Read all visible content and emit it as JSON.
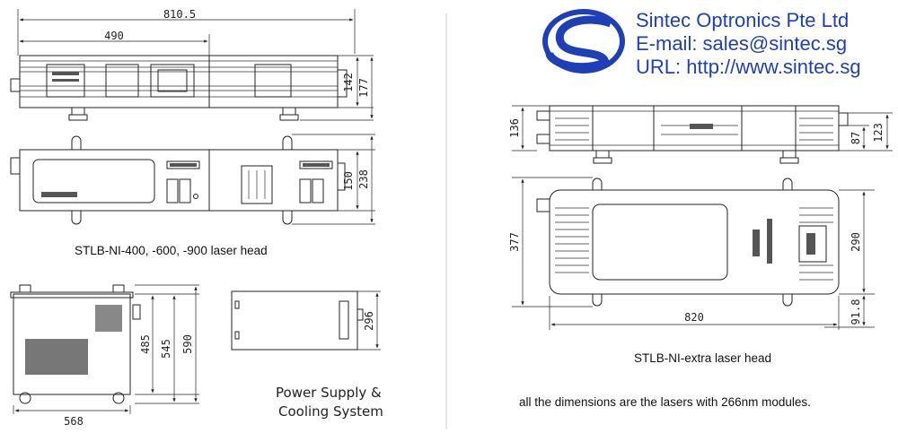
{
  "company": {
    "name": "Sintec Optronics Pte Ltd",
    "email": "E-mail: sales@sintec.sg",
    "url": "URL: http://www.sintec.sg"
  },
  "left_head": {
    "caption": "STLB-NI-400, -600, -900 laser head",
    "dims": {
      "overall_length": "810.5",
      "rail_length": "490",
      "side_h1": "142",
      "side_h2": "177",
      "top_h1": "150",
      "top_h2": "238"
    }
  },
  "psu": {
    "caption_line1": "Power Supply &",
    "caption_line2": "Cooling System",
    "dims": {
      "width": "568",
      "h1": "485",
      "h2": "545",
      "h3": "590",
      "top_depth": "296"
    }
  },
  "right_head": {
    "caption": "STLB-NI-extra laser head",
    "dims": {
      "side_h_left": "136",
      "side_h1": "87",
      "side_h2": "123",
      "top_h": "377",
      "top_h2": "290",
      "length": "820",
      "offset": "91.8"
    }
  },
  "note": "all the dimensions are the lasers with 266nm modules."
}
